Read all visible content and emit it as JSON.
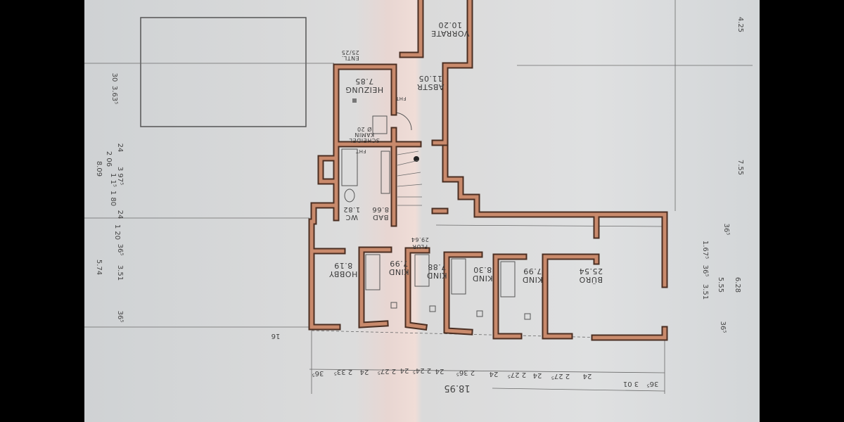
{
  "plan": {
    "rooms": {
      "heizung": {
        "name": "HEIZUNG",
        "area": "7.85"
      },
      "kamin": {
        "line1": "SCHEIDEL",
        "line2": "KAMIN",
        "line3": "Ø 20"
      },
      "entl": {
        "line1": "ENTL.",
        "line2": "25/25"
      },
      "abstr": {
        "name": "ABSTR",
        "area": "11.05"
      },
      "vorrate": {
        "name": "VORRATE",
        "area": "10.20"
      },
      "fht1": "FHT",
      "fht2": "FHT",
      "bad": {
        "name": "BAD",
        "area": "8.66"
      },
      "wc": {
        "name": "WC",
        "area": "1.82"
      },
      "flur": {
        "name": "FLUR",
        "area": "29.64"
      },
      "hobby": {
        "name": "HOBBY",
        "area": "8.19"
      },
      "kind1": {
        "name": "KIND",
        "area": "7.99"
      },
      "kind2": {
        "name": "KIND",
        "area": "7.88"
      },
      "kind3": {
        "name": "KIND",
        "area": "8.30"
      },
      "kind4": {
        "name": "KIND",
        "area": "7.99"
      },
      "buero": {
        "name": "BÜRO",
        "area": "25.54"
      }
    },
    "dims_bottom": [
      "36⁵",
      "2 33⁵",
      "24",
      "2 27⁵",
      "24",
      "2 24⁵",
      "24",
      "2 36⁵",
      "24",
      "2 27⁵",
      "24",
      "2 27⁵",
      "24",
      "3 01",
      "36⁵"
    ],
    "dim_total_bottom": "18.95",
    "dims_left": [
      "30",
      "3.63⁵",
      "24",
      "2 06",
      "3 97⁵",
      "1 1⁵",
      "1 80",
      "24",
      "1 20",
      "36⁵",
      "3.51",
      "36⁵"
    ],
    "dims_left_outer": [
      "8.09",
      "5.74"
    ],
    "dims_right_outer": [
      "4.25",
      "7.55",
      "6.28"
    ],
    "dims_right": [
      "36⁵",
      "1.67⁵",
      "36⁵",
      "3.51",
      "5.55",
      "36⁵"
    ],
    "mark": "16"
  },
  "colors": {
    "paper": "#d9dbdc",
    "wall": "#c98a6c",
    "fold": "#e6cfc9"
  }
}
